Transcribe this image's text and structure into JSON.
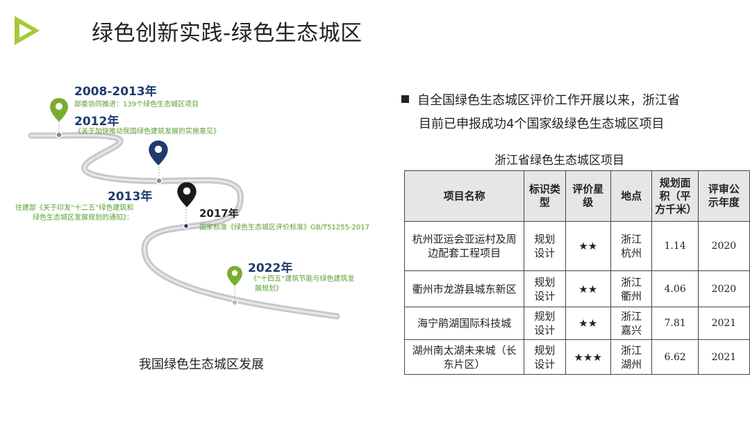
{
  "header": {
    "title": "绿色创新实践-绿色生态城区",
    "accent_color": "#a6c83a"
  },
  "timeline": {
    "caption": "我国绿色生态城区发展",
    "events": [
      {
        "year": "2008-2013年",
        "desc": "部委协同推进：139个绿色生态城区项目"
      },
      {
        "year": "2012年",
        "desc": "《关于加快推动我国绿色建筑发展的实施意见》"
      },
      {
        "year": "2013年",
        "desc": "住建部《关于印发“十二五”绿色建筑和",
        "desc2": "绿色生态城区发展规划的通知》："
      },
      {
        "year": "2017年",
        "desc": "国家标准《绿色生态城区评价标准》GB/T51255-2017"
      },
      {
        "year": "2022年",
        "desc": "《“十四五”建筑节能与绿色建筑发",
        "desc2": "展规划》"
      }
    ],
    "pin_colors": {
      "green": "#79ad2f",
      "blue": "#1f3a6e",
      "black": "#1a1a1a"
    }
  },
  "summary": {
    "line1": "自全国绿色生态城区评价工作开展以来，浙江省",
    "line2": "目前已申报成功4个国家级绿色生态城区项目"
  },
  "table": {
    "title": "浙江省绿色生态城区项目",
    "headers": [
      "项目名称",
      "标识类型",
      "评价星级",
      "地点",
      "规划面积（平方千米）",
      "评审公示年度"
    ],
    "rows": [
      [
        "杭州亚运会亚运村及周边配套工程项目",
        "规划设计",
        "★★",
        "浙江杭州",
        "1.14",
        "2020"
      ],
      [
        "衢州市龙游县城东新区",
        "规划设计",
        "★★",
        "浙江衢州",
        "4.06",
        "2020"
      ],
      [
        "海宁鹃湖国际科技城",
        "规划设计",
        "★★",
        "浙江嘉兴",
        "7.81",
        "2021"
      ],
      [
        "湖州南太湖未来城（长东片区）",
        "规划设计",
        "★★★",
        "浙江湖州",
        "6.62",
        "2021"
      ]
    ]
  }
}
